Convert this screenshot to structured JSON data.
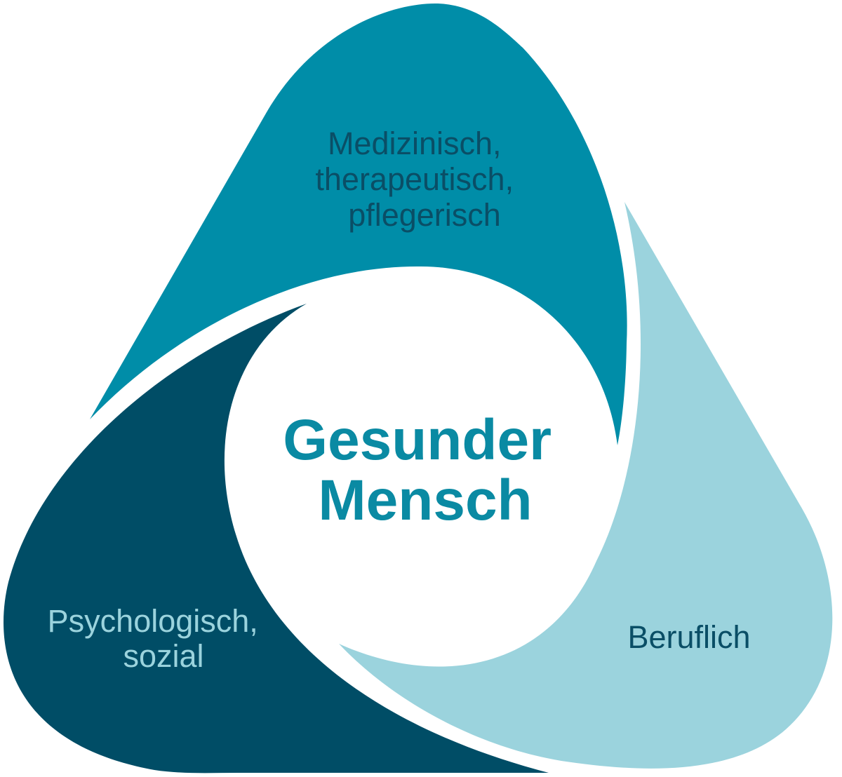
{
  "segments": {
    "top": {
      "lines": [
        "Medizinisch,",
        "therapeutisch,",
        "pflegerisch"
      ],
      "color": "#008DA8",
      "text_color": "#0a4e66"
    },
    "right": {
      "lines": [
        "Beruflich"
      ],
      "color": "#9BD3DD",
      "text_color": "#0a4e66"
    },
    "left": {
      "lines": [
        "Psychologisch,",
        "sozial"
      ],
      "color": "#004D66",
      "text_color": "#9BD3DD"
    }
  },
  "center": {
    "lines": [
      "Gesunder",
      "Mensch"
    ],
    "color": "#0A8AA3"
  }
}
